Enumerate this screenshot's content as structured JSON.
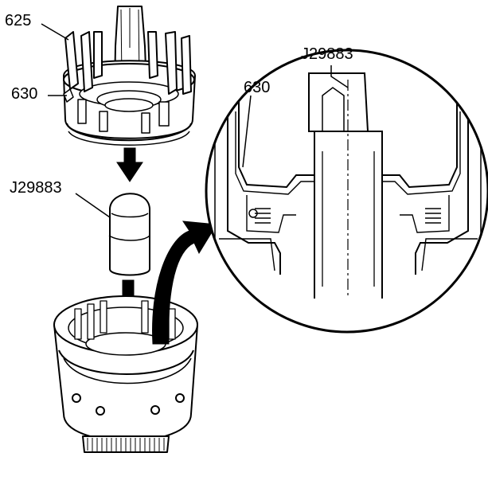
{
  "labels": {
    "top_part_number": "625",
    "top_spring_number": "630",
    "tool_number": "J29883",
    "detail_tool_number": "J29883",
    "detail_spring_number": "630"
  },
  "colors": {
    "line": "#000000",
    "fill": "#ffffff"
  }
}
